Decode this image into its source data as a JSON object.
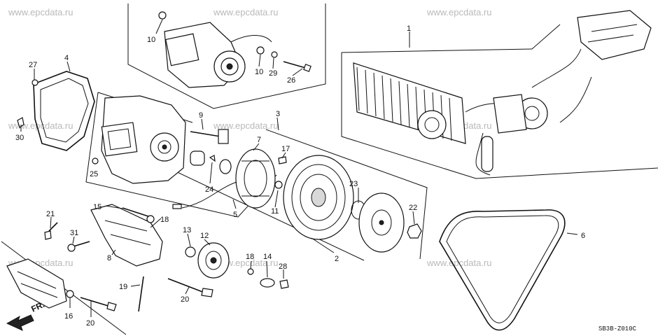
{
  "watermark": "www.epcdata.ru",
  "diagram_code": "SB3B-Z010C",
  "direction_label": "FR.",
  "callouts": {
    "c1": "1",
    "c2": "2",
    "c3": "3",
    "c4": "4",
    "c5": "5",
    "c6": "6",
    "c7": "7",
    "c8": "8",
    "c9": "9",
    "c10a": "10",
    "c10b": "10",
    "c11": "11",
    "c12": "12",
    "c13": "13",
    "c14": "14",
    "c15": "15",
    "c16": "16",
    "c17": "17",
    "c18a": "18",
    "c18b": "18",
    "c19": "19",
    "c20a": "20",
    "c20b": "20",
    "c21": "21",
    "c22": "22",
    "c23": "23",
    "c24": "24",
    "c25": "25",
    "c26": "26",
    "c27": "27",
    "c28": "28",
    "c29": "29",
    "c30": "30",
    "c31": "31"
  },
  "colors": {
    "ink": "#111111",
    "watermark": "#b9b9b9"
  }
}
